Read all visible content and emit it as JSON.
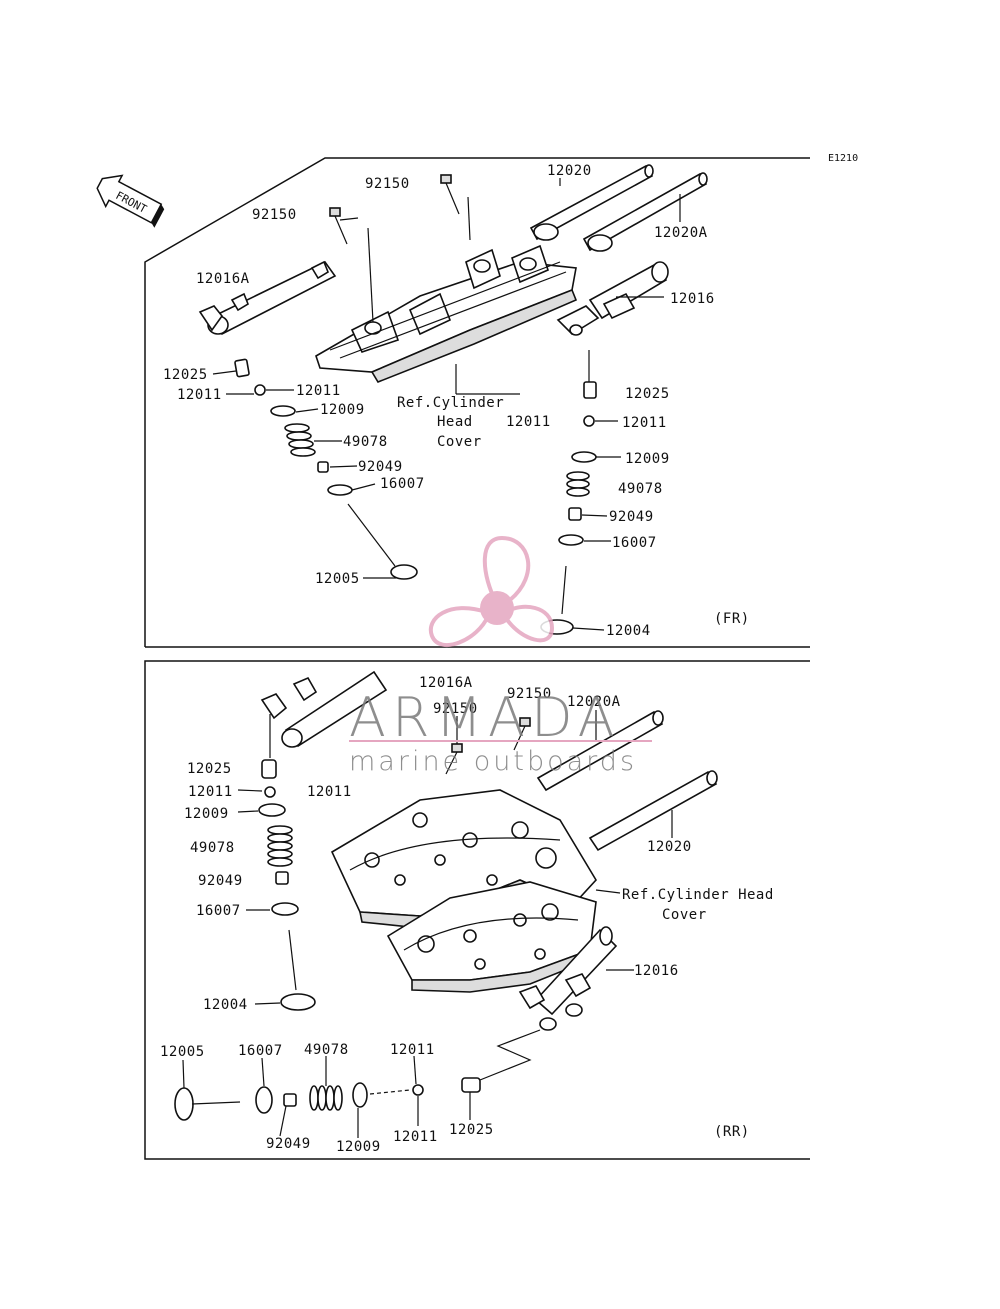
{
  "diagram_code": "E1210",
  "front_label": "FRONT",
  "top_panel": {
    "tag": "(FR)",
    "ref_lines": [
      "Ref.Cylinder",
      "Head",
      "Cover"
    ],
    "labels": [
      "92150",
      "12020",
      "92150",
      "12020A",
      "12016A",
      "12016",
      "12025",
      "12011",
      "12011",
      "12025",
      "12009",
      "12011",
      "12011",
      "49078",
      "12009",
      "92049",
      "49078",
      "16007",
      "92049",
      "12005",
      "16007",
      "12004"
    ]
  },
  "bottom_panel": {
    "tag": "(RR)",
    "ref_lines": [
      "Ref.Cylinder Head",
      "Cover"
    ],
    "labels": [
      "12016A",
      "92150",
      "12020A",
      "92150",
      "12025",
      "12011",
      "12011",
      "12009",
      "49078",
      "92049",
      "16007",
      "12020",
      "12004",
      "12016",
      "12005",
      "16007",
      "49078",
      "12011",
      "92049",
      "12009",
      "12011",
      "12025"
    ]
  },
  "watermark": {
    "brand": "ARMADA",
    "tagline": "marine outboards",
    "color_pink": "#e5a6c0",
    "color_grey": "#7a7a7a"
  }
}
